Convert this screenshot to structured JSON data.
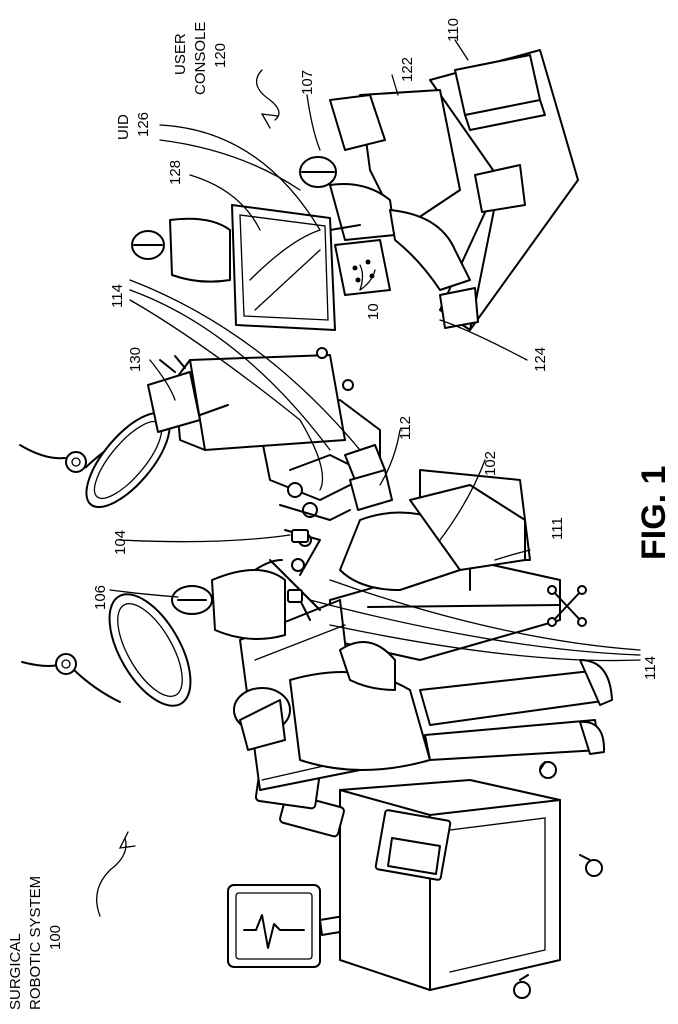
{
  "figure": {
    "title": "FIG. 1",
    "system_label": [
      "SURGICAL",
      "ROBOTIC SYSTEM",
      "100"
    ],
    "console_label": [
      "USER",
      "CONSOLE",
      "120"
    ],
    "uid_label": [
      "UID",
      "126"
    ],
    "refs": {
      "r102": "102",
      "r104": "104",
      "r106": "106",
      "r107": "107",
      "r110": "110",
      "r111": "111",
      "r112": "112",
      "r114a": "114",
      "r114b": "114",
      "r122": "122",
      "r124": "124",
      "r128": "128",
      "r130": "130",
      "r10": "10"
    }
  }
}
